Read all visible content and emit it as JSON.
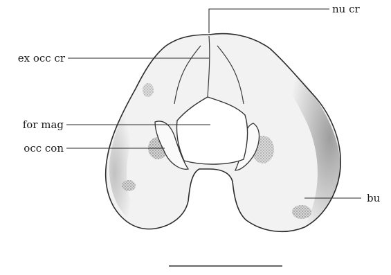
{
  "labels": {
    "nuchal_crest": "nu cr",
    "exoccipital_crest": "ex occ cr",
    "foramen_magnum": "for mag",
    "occipital_condyle": "occ con",
    "bulla": "bu"
  }
}
